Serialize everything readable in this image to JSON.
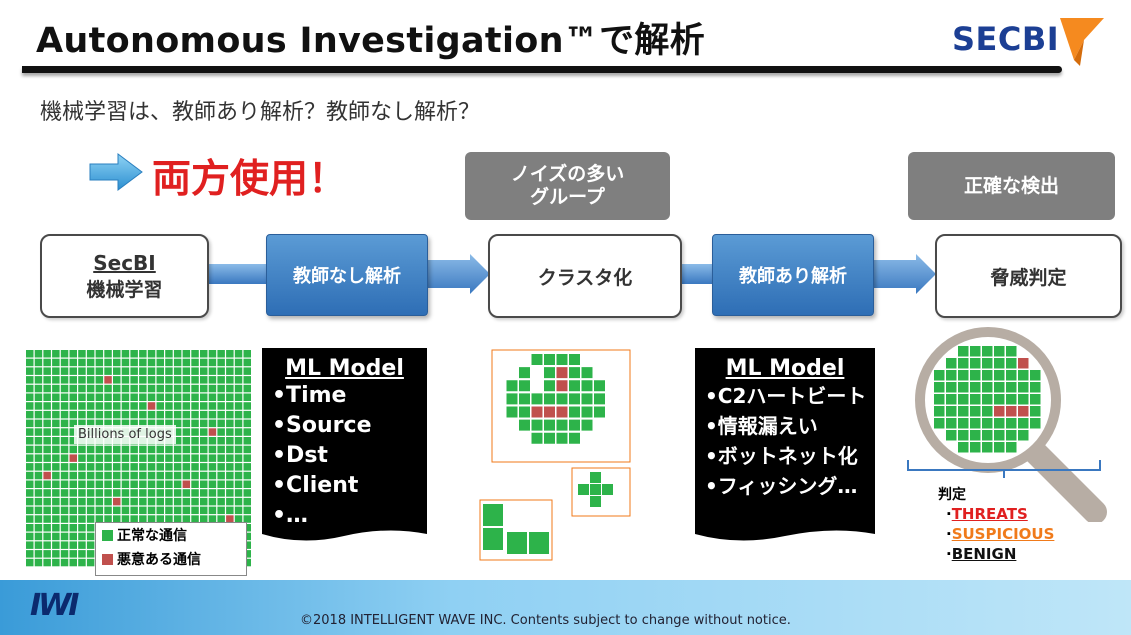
{
  "header": {
    "title": "Autonomous Investigation™で解析",
    "logo_text": "SECBI"
  },
  "subtitle": "機械学習は、教師あり解析？教師なし解析？",
  "both_use": "両方使用！",
  "labels": {
    "noisy_groups": "ノイズの多い\nグループ",
    "accurate_detection": "正確な検出"
  },
  "flow": {
    "secbi_line1": "SecBI",
    "secbi_line2": "機械学習",
    "unsupervised": "教師なし解析",
    "clustering": "クラスタ化",
    "supervised": "教師あり解析",
    "threat_judgement": "脅威判定"
  },
  "logs": {
    "label": "Billions of logs",
    "legend_normal": "正常な通信",
    "legend_malicious": "悪意ある通信"
  },
  "ml_model_1": {
    "title": "ML Model",
    "items": [
      "•Time",
      "•Source",
      "•Dst",
      "•Client",
      "•…"
    ]
  },
  "ml_model_2": {
    "title": "ML Model",
    "items": [
      "•C2ハートビート",
      "•情報漏えい",
      "•ボットネット化",
      "•フィッシング…"
    ]
  },
  "verdict": {
    "title": "判定",
    "threats": "THREATS",
    "suspicious": "SUSPICIOUS",
    "benign": "BENIGN"
  },
  "footer": {
    "logo": "IWI",
    "copyright": "©2018  INTELLIGENT WAVE INC. Contents subject to change without notice."
  },
  "colors": {
    "normal": "#2db34a",
    "malicious": "#c0504d",
    "threats": "#e02020",
    "suspicious": "#f07a1a",
    "benign": "#111111",
    "both_use": "#e02020",
    "logo_blue": "#1c3f94",
    "logo_orange": "#f58a1f"
  }
}
